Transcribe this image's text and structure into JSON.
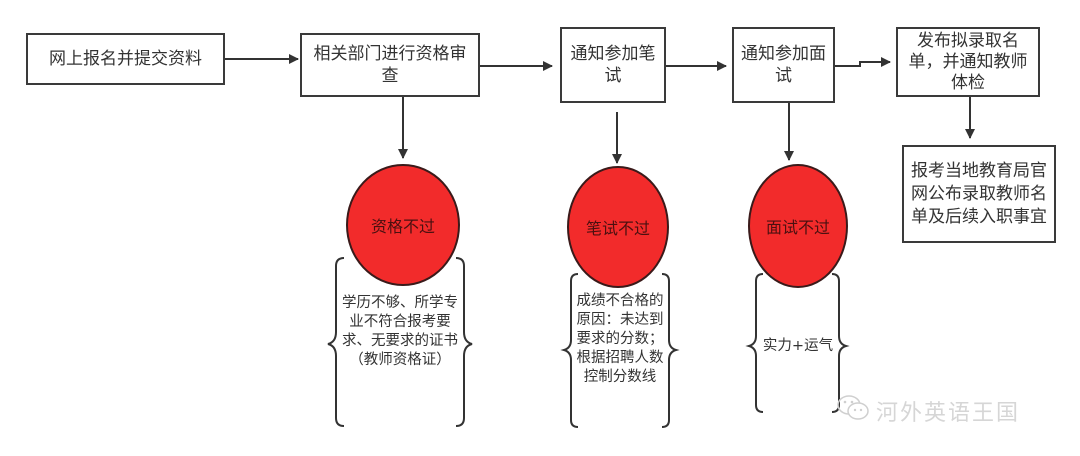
{
  "flow": {
    "step1": "网上报名并提交资料",
    "step2": "相关部门进行资格审查",
    "step3": "通知参加笔试",
    "step4": "通知参加面试",
    "step5": "发布拟录取名单，并通知教师体检",
    "step6": "报考当地教育局官网公布录取教师名单及后续入职事宜"
  },
  "failures": {
    "qualification": {
      "label": "资格不过",
      "note": "学历不够、所学专业不符合报考要求、无要求的证书（教师资格证）"
    },
    "written": {
      "label": "笔试不过",
      "note": "成绩不合格的原因：未达到要求的分数；根据招聘人数控制分数线"
    },
    "interview": {
      "label": "面试不过",
      "note": "实力+运气"
    }
  },
  "watermark": {
    "text": "河外英语王国",
    "icon": "wechat-icon"
  },
  "colors": {
    "fail_fill": "#f22b2b",
    "stroke": "#3a3a3a"
  }
}
